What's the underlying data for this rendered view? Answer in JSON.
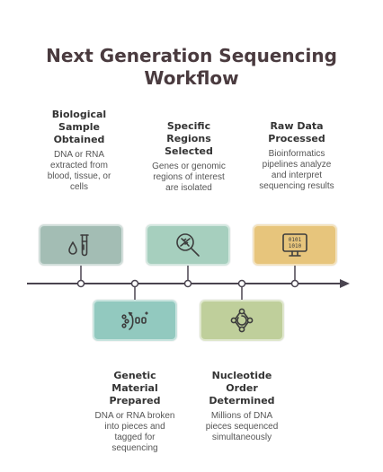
{
  "title": {
    "line1": "Next Generation Sequencing",
    "line2": "Workflow"
  },
  "steps": [
    {
      "heading": [
        "Biological",
        "Sample",
        "Obtained"
      ],
      "description": [
        "DNA or RNA",
        "extracted from",
        "blood, tissue, or",
        "cells"
      ],
      "icon": "test-tube-drop-icon",
      "color": "#a3bdb4"
    },
    {
      "heading": [
        "Genetic",
        "Material",
        "Prepared"
      ],
      "description": [
        "DNA or RNA broken",
        "into pieces and",
        "tagged for",
        "sequencing"
      ],
      "icon": "fragment-tag-icon",
      "color": "#92c9bf"
    },
    {
      "heading": [
        "Specific",
        "Regions",
        "Selected"
      ],
      "description": [
        "Genes or genomic",
        "regions of interest",
        "are isolated"
      ],
      "icon": "dna-magnifier-icon",
      "color": "#a6cfbe"
    },
    {
      "heading": [
        "Nucleotide",
        "Order",
        "Determined"
      ],
      "description": [
        "Millions of DNA",
        "pieces sequenced",
        "simultaneously"
      ],
      "icon": "network-cycle-icon",
      "color": "#bfcf9b"
    },
    {
      "heading": [
        "Raw Data",
        "Processed"
      ],
      "description": [
        "Bioinformatics",
        "pipelines analyze",
        "and interpret",
        "sequencing results"
      ],
      "icon": "binary-monitor-icon",
      "color": "#e7c57c"
    }
  ],
  "monitor_text": [
    "0101",
    "1010"
  ]
}
